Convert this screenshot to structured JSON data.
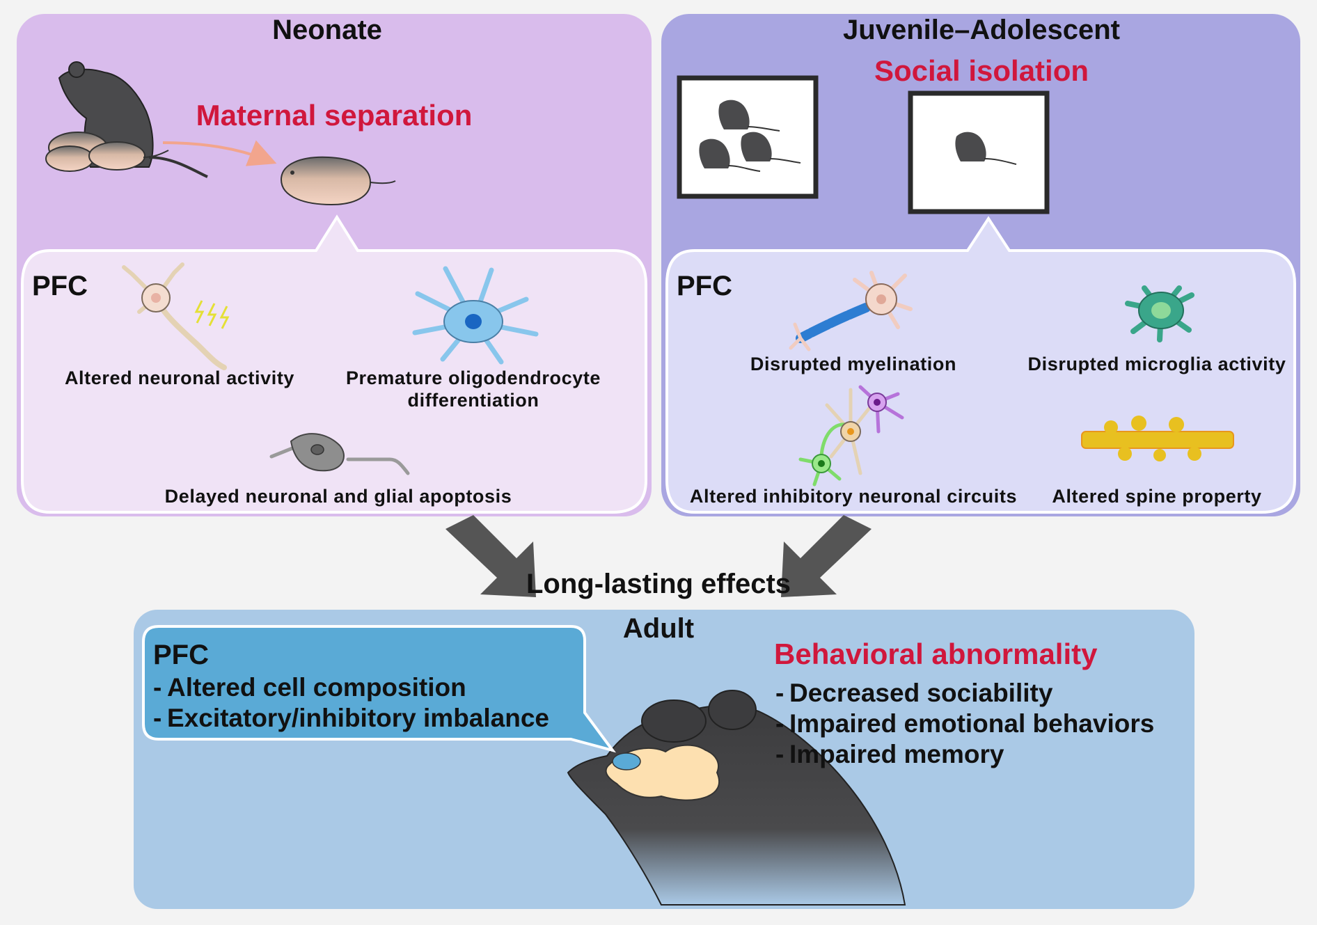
{
  "neonate": {
    "title": "Neonate",
    "stressor": "Maternal separation",
    "pfc_label": "PFC",
    "effects": [
      "Altered neuronal activity",
      "Premature oligodendrocyte",
      "differentiation",
      "Delayed neuronal and glial apoptosis"
    ]
  },
  "juvenile": {
    "title": "Juvenile–Adolescent",
    "stressor": "Social isolation",
    "pfc_label": "PFC",
    "effects": [
      "Disrupted myelination",
      "Disrupted microglia activity",
      "Altered inhibitory neuronal circuits",
      "Altered spine property"
    ]
  },
  "transition": {
    "label": "Long-lasting effects"
  },
  "adult": {
    "title": "Adult",
    "pfc_label": "PFC",
    "pfc_items": [
      "Altered cell composition",
      "Excitatory/inhibitory imbalance"
    ],
    "behavior_title": "Behavioral abnormality",
    "behavior_items": [
      "Decreased sociability",
      "Impaired emotional behaviors",
      "Impaired memory"
    ]
  },
  "colors": {
    "neonate_panel": "#d9bcec",
    "neonate_inner": "#f0e3f6",
    "juvenile_panel": "#a9a6e1",
    "juvenile_inner": "#dcdcf7",
    "adult_panel": "#aac9e6",
    "pfc_bubble": "#5aaad6",
    "accent_red": "#d0173c",
    "arrow": "#555555",
    "mouse": "#4a4a4c"
  }
}
